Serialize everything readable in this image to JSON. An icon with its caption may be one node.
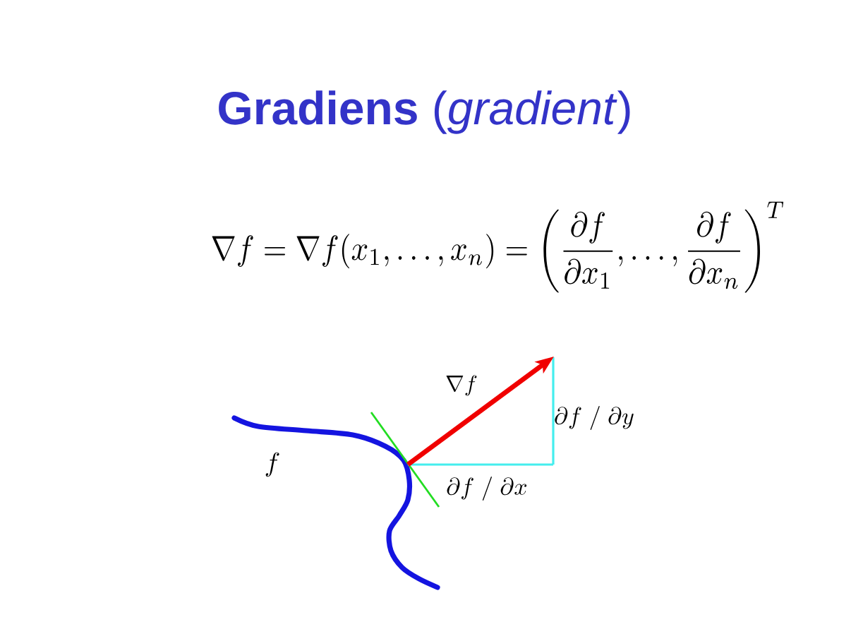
{
  "diagram": {
    "title": "**Gradiens** (*gradient*)",
    "labels": [
      "\\nabla f = \\nabla f(x_1,\\ldots,x_n) = \\left(\\frac{\\partial f}{\\partial x_1},\\ldots,\\frac{\\partial f}{\\partial x_n}\\right)^T",
      "\\nabla f",
      "\\partial f\\;/\\;\\partial y",
      "f",
      "\\partial f\\;/\\;\\partial x"
    ]
  }
}
